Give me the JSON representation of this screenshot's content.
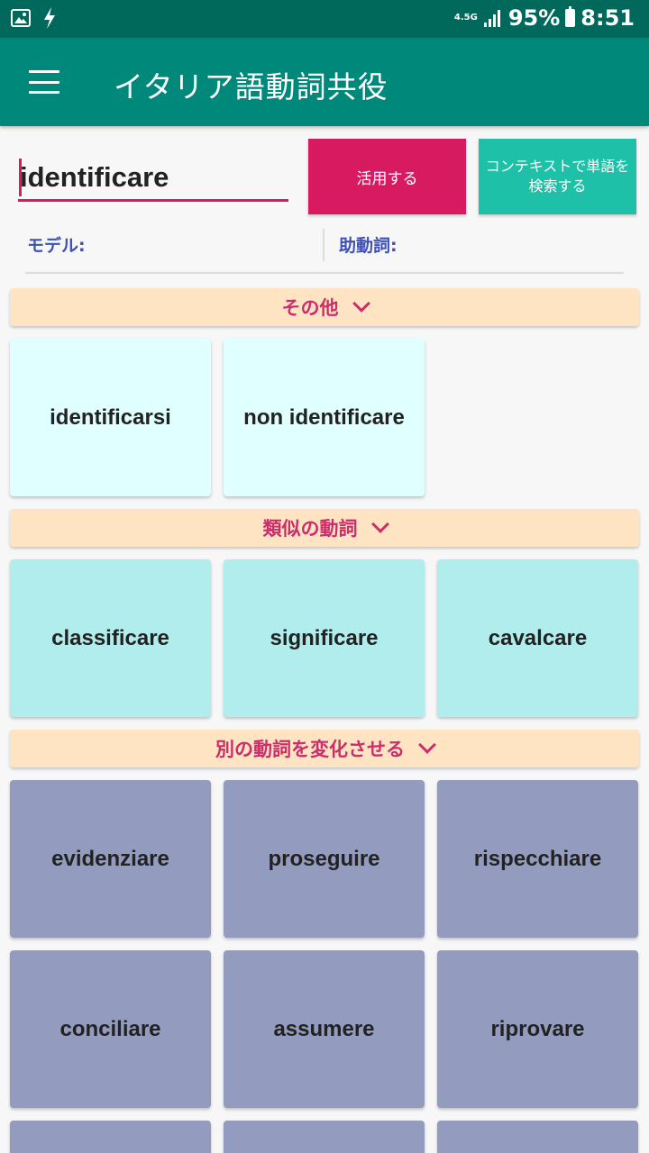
{
  "status_bar": {
    "network": "4.5G",
    "battery": "95%",
    "time": "8:51"
  },
  "app_bar": {
    "title": "イタリア語動詞共役"
  },
  "search": {
    "value": "identificare",
    "conjugate_label": "活用する",
    "context_label": "コンテキストで単語を検索する"
  },
  "info": {
    "model_label": "モデル:",
    "aux_label": "助動詞:"
  },
  "sections": {
    "other": {
      "title": "その他",
      "items": [
        "identificarsi",
        "non identificare"
      ]
    },
    "similar": {
      "title": "類似の動詞",
      "items": [
        "classificare",
        "significare",
        "cavalcare"
      ]
    },
    "alt": {
      "title": "別の動詞を変化させる",
      "items": [
        "evidenziare",
        "proseguire",
        "rispecchiare",
        "conciliare",
        "assumere",
        "riprovare"
      ]
    }
  }
}
